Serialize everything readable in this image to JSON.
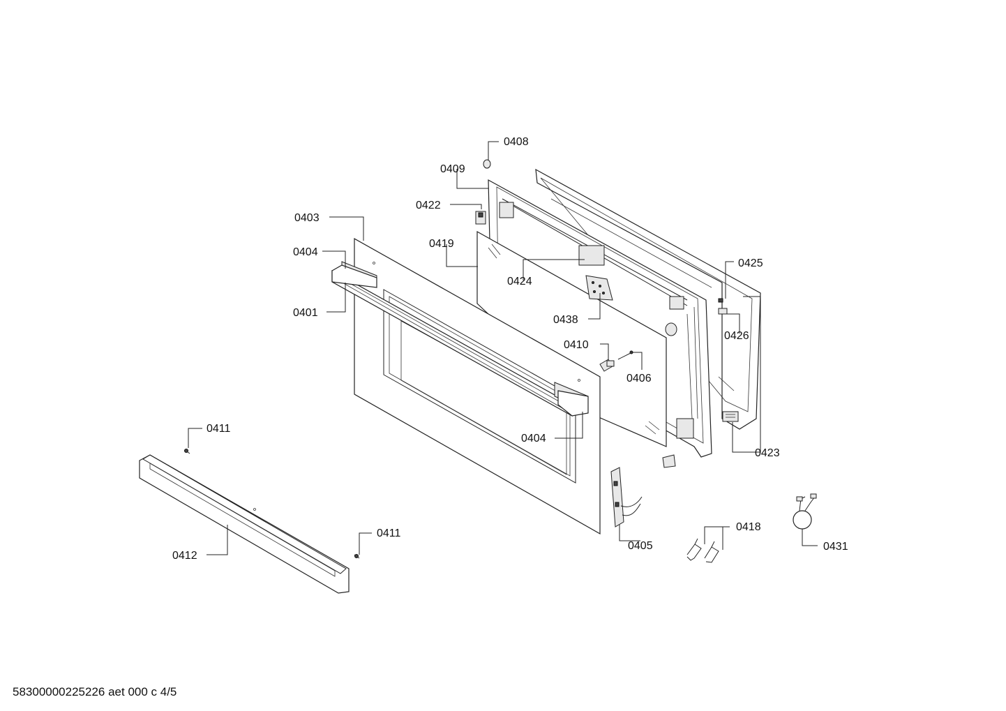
{
  "labels": {
    "l0408": "0408",
    "l0409": "0409",
    "l0422": "0422",
    "l0403": "0403",
    "l0419": "0419",
    "l0404a": "0404",
    "l0424": "0424",
    "l0425": "0425",
    "l0401": "0401",
    "l0438": "0438",
    "l0426": "0426",
    "l0410": "0410",
    "l0406": "0406",
    "l0411a": "0411",
    "l0404b": "0404",
    "l0423": "0423",
    "l0418": "0418",
    "l0412": "0412",
    "l0411b": "0411",
    "l0405": "0405",
    "l0431": "0431"
  },
  "footer": {
    "text": "58300000225226 aet 000 c 4/5"
  }
}
